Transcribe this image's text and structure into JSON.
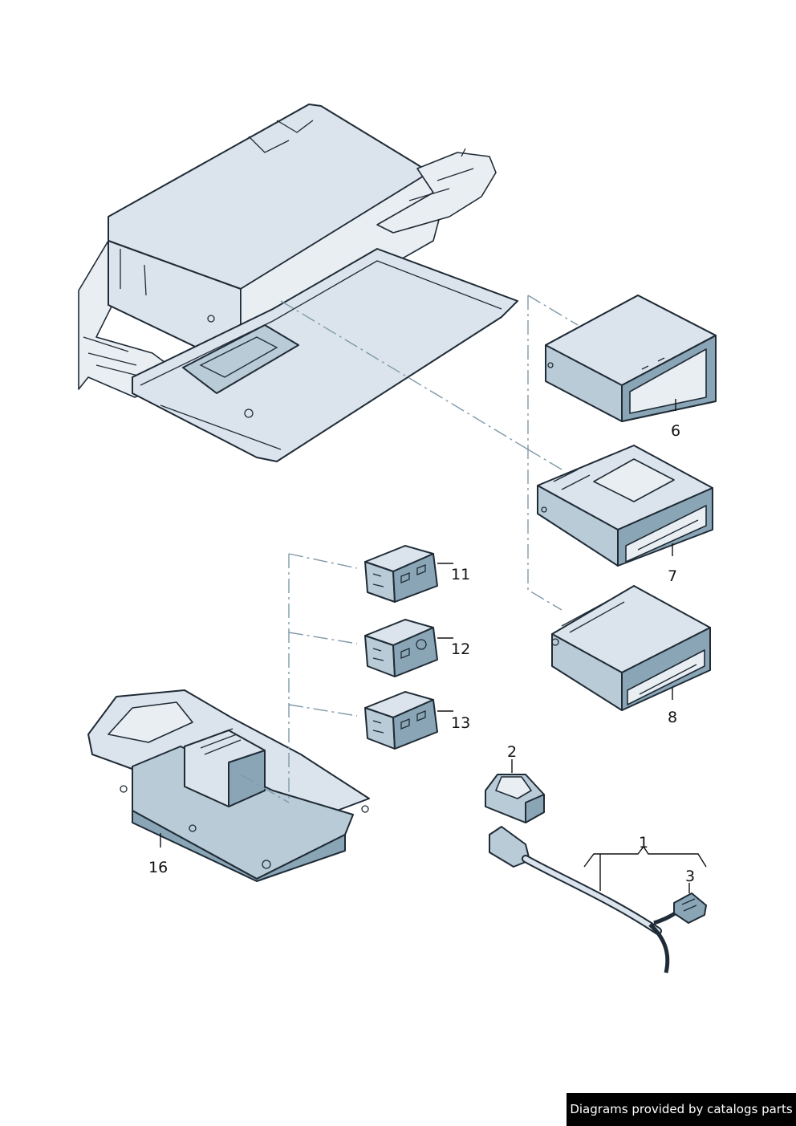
{
  "callouts": [
    {
      "id": "1",
      "label": "1"
    },
    {
      "id": "2",
      "label": "2"
    },
    {
      "id": "3",
      "label": "3"
    },
    {
      "id": "6",
      "label": "6"
    },
    {
      "id": "7",
      "label": "7"
    },
    {
      "id": "8",
      "label": "8"
    },
    {
      "id": "11",
      "label": "11"
    },
    {
      "id": "12",
      "label": "12"
    },
    {
      "id": "13",
      "label": "13"
    },
    {
      "id": "16",
      "label": "16"
    }
  ],
  "watermark": "Diagrams provided by catalogs parts"
}
